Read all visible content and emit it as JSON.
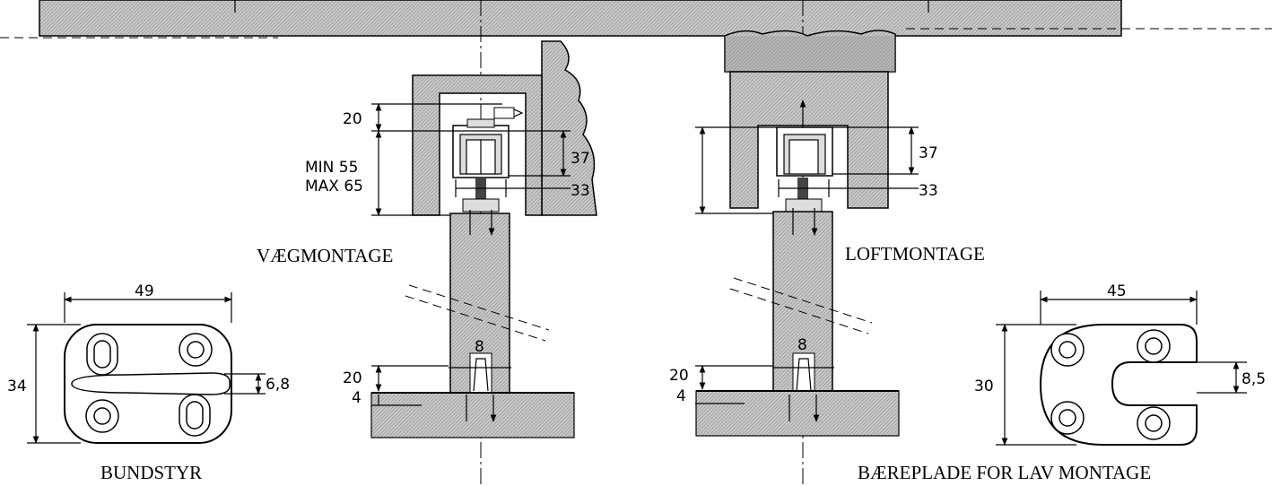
{
  "captions": {
    "wall_mount": "VÆGMONTAGE",
    "ceiling_mount": "LOFTMONTAGE",
    "floor_guide": "BUNDSTYR",
    "carrier_plate": "BÆREPLADE FOR LAV MONTAGE"
  },
  "wall_dims": {
    "top": "20",
    "min": "MIN 55",
    "max": "MAX 65",
    "rail": "37",
    "track": "33",
    "guide": "8",
    "bottom": "20",
    "floor": "4"
  },
  "ceiling_dims": {
    "rail": "37",
    "track": "33",
    "guide": "8",
    "bottom": "20",
    "floor": "4"
  },
  "floor_guide_dims": {
    "width": "49",
    "height": "34",
    "slot": "6,8"
  },
  "carrier_plate_dims": {
    "width": "45",
    "height": "30",
    "slot": "8,5"
  },
  "colors": {
    "fill": "#c9c9c9",
    "fill_dark": "#9a9a9a",
    "line": "#000000"
  }
}
